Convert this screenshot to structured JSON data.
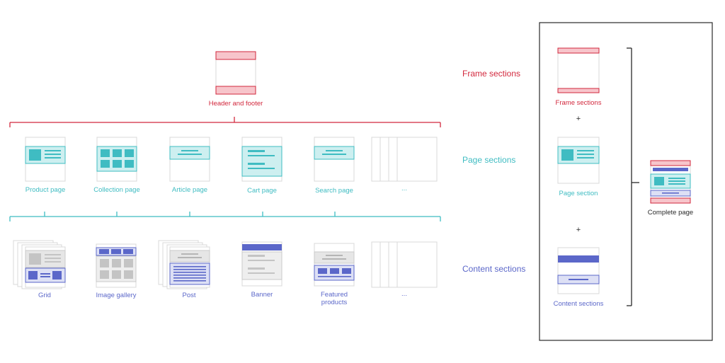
{
  "colors": {
    "red": "#d2283d",
    "teal": "#3fbcc2",
    "blue": "#5b67c9",
    "gray": "#c9c9c9",
    "line": "#2a2a2a"
  },
  "frame": {
    "header_footer_label": "Header and footer"
  },
  "page_types": [
    {
      "label": "Product page"
    },
    {
      "label": "Collection page"
    },
    {
      "label": "Article page"
    },
    {
      "label": "Cart page"
    },
    {
      "label": "Search page"
    },
    {
      "label": "..."
    }
  ],
  "content_types": [
    {
      "label": "Grid"
    },
    {
      "label": "Image gallery"
    },
    {
      "label": "Post"
    },
    {
      "label": "Banner"
    },
    {
      "label": "Featured\nproducts"
    },
    {
      "label": "..."
    }
  ],
  "row_labels": {
    "frame": "Frame sections",
    "page": "Page sections",
    "content": "Content sections"
  },
  "summary": {
    "frame_label": "Frame sections",
    "page_label": "Page section",
    "content_label": "Content sections",
    "plus_1": "+",
    "plus_2": "+",
    "result_label": "Complete page"
  }
}
